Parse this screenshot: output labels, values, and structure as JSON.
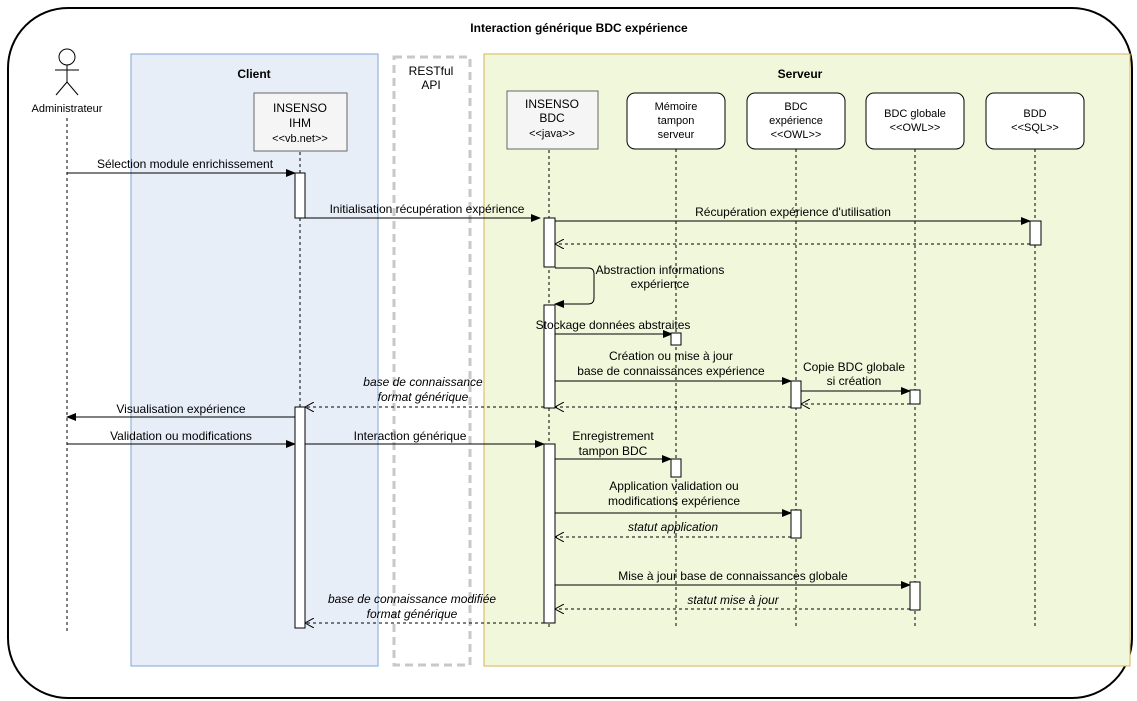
{
  "title": "Interaction générique BDC expérience",
  "colors": {
    "client_fill": "#e8eef8",
    "client_stroke": "#7ea6d8",
    "server_fill": "#f1f7db",
    "server_stroke": "#d6b656",
    "restful_stroke": "#c8c8c8",
    "line": "#000000"
  },
  "regions": {
    "client": "Client",
    "restful": [
      "RESTful",
      "API"
    ],
    "server": "Serveur"
  },
  "actor": {
    "name": "Administrateur",
    "icon": "stick-figure-icon"
  },
  "participants": [
    {
      "id": "ihm",
      "lines": [
        "INSENSO",
        "IHM",
        "<<vb.net>>"
      ]
    },
    {
      "id": "bdc",
      "lines": [
        "INSENSO",
        "BDC",
        "<<java>>"
      ]
    },
    {
      "id": "memoire",
      "lines": [
        "Mémoire",
        "tampon",
        "serveur"
      ]
    },
    {
      "id": "bdcexp",
      "lines": [
        "BDC",
        "expérience",
        "<<OWL>>"
      ]
    },
    {
      "id": "bdcglob",
      "lines": [
        "BDC globale",
        "<<OWL>>"
      ]
    },
    {
      "id": "bdd",
      "lines": [
        "BDD",
        "<<SQL>>"
      ]
    }
  ],
  "messages": [
    {
      "id": "m1",
      "lines": [
        "Sélection module enrichissement"
      ],
      "style": "solid"
    },
    {
      "id": "m2",
      "lines": [
        "Initialisation récupération expérience"
      ],
      "style": "solid"
    },
    {
      "id": "m3",
      "lines": [
        "Récupération expérience d'utilisation"
      ],
      "style": "solid"
    },
    {
      "id": "m4",
      "lines": [],
      "style": "return"
    },
    {
      "id": "m5",
      "lines": [
        "Abstraction informations",
        "expérience"
      ],
      "style": "self"
    },
    {
      "id": "m6",
      "lines": [
        "Stockage données abstraites"
      ],
      "style": "solid"
    },
    {
      "id": "m7",
      "lines": [
        "Création ou mise à jour",
        "base de connaissances expérience"
      ],
      "style": "solid"
    },
    {
      "id": "m8",
      "lines": [
        "Copie BDC globale",
        "si création"
      ],
      "style": "solid"
    },
    {
      "id": "m9",
      "lines": [],
      "style": "return"
    },
    {
      "id": "m10",
      "lines": [],
      "style": "return"
    },
    {
      "id": "m11",
      "lines": [
        "base de connaissance",
        "format générique"
      ],
      "style": "return"
    },
    {
      "id": "m12",
      "lines": [
        "Visualisation expérience"
      ],
      "style": "solid"
    },
    {
      "id": "m13",
      "lines": [
        "Validation ou modifications"
      ],
      "style": "solid"
    },
    {
      "id": "m14",
      "lines": [
        "Interaction générique"
      ],
      "style": "solid"
    },
    {
      "id": "m15",
      "lines": [
        "Enregistrement",
        "tampon BDC"
      ],
      "style": "solid"
    },
    {
      "id": "m16",
      "lines": [
        "Application validation ou",
        "modifications expérience"
      ],
      "style": "solid"
    },
    {
      "id": "m17",
      "lines": [
        "statut application"
      ],
      "style": "return"
    },
    {
      "id": "m18",
      "lines": [
        "Mise à jour base de connaissances globale"
      ],
      "style": "solid"
    },
    {
      "id": "m19",
      "lines": [
        "statut mise à jour"
      ],
      "style": "return"
    },
    {
      "id": "m20",
      "lines": [
        "base de connaissance modifiée",
        "format générique"
      ],
      "style": "return"
    }
  ]
}
